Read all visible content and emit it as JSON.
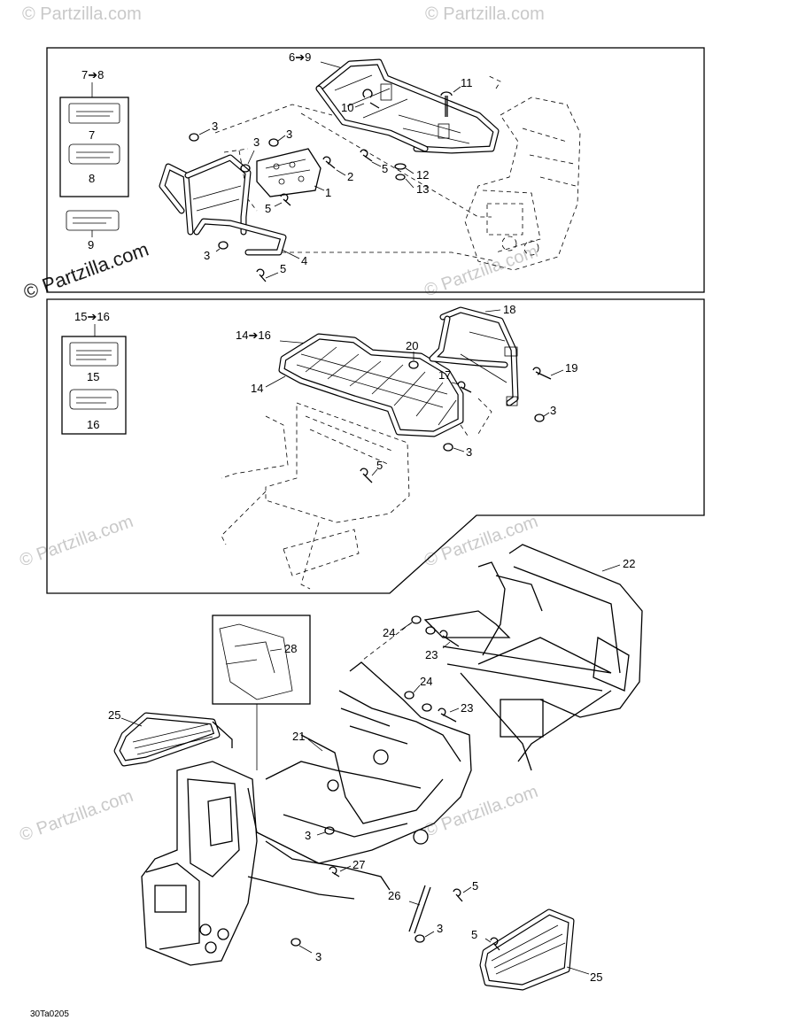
{
  "watermark": {
    "text": "© Partzilla.com",
    "main_text": "© Partzilla.com"
  },
  "diagram_code": "30Ta0205",
  "panel_top": {
    "decal_group_label_a": "7➔8",
    "decal_group_label_b": "6➔9",
    "labels": {
      "n1": "1",
      "n2": "2",
      "n3a": "3",
      "n3b": "3",
      "n3c": "3",
      "n3d": "3",
      "n4": "4",
      "n5a": "5",
      "n5b": "5",
      "n5c": "5",
      "n7": "7",
      "n8": "8",
      "n9": "9",
      "n10": "10",
      "n11": "11",
      "n12": "12",
      "n13": "13"
    }
  },
  "panel_mid": {
    "decal_group_label": "15➔16",
    "rack_group_label": "14➔16",
    "labels": {
      "n14": "14",
      "n15": "15",
      "n16": "16",
      "n17": "17",
      "n18": "18",
      "n19": "19",
      "n20": "20",
      "n3a": "3",
      "n3b": "3",
      "n5": "5"
    }
  },
  "frame": {
    "labels": {
      "n21": "21",
      "n22": "22",
      "n23a": "23",
      "n23b": "23",
      "n24a": "24",
      "n24b": "24",
      "n25a": "25",
      "n25b": "25",
      "n26": "26",
      "n27": "27",
      "n28": "28",
      "n3a": "3",
      "n3b": "3",
      "n3c": "3",
      "n5a": "5",
      "n5b": "5"
    }
  }
}
